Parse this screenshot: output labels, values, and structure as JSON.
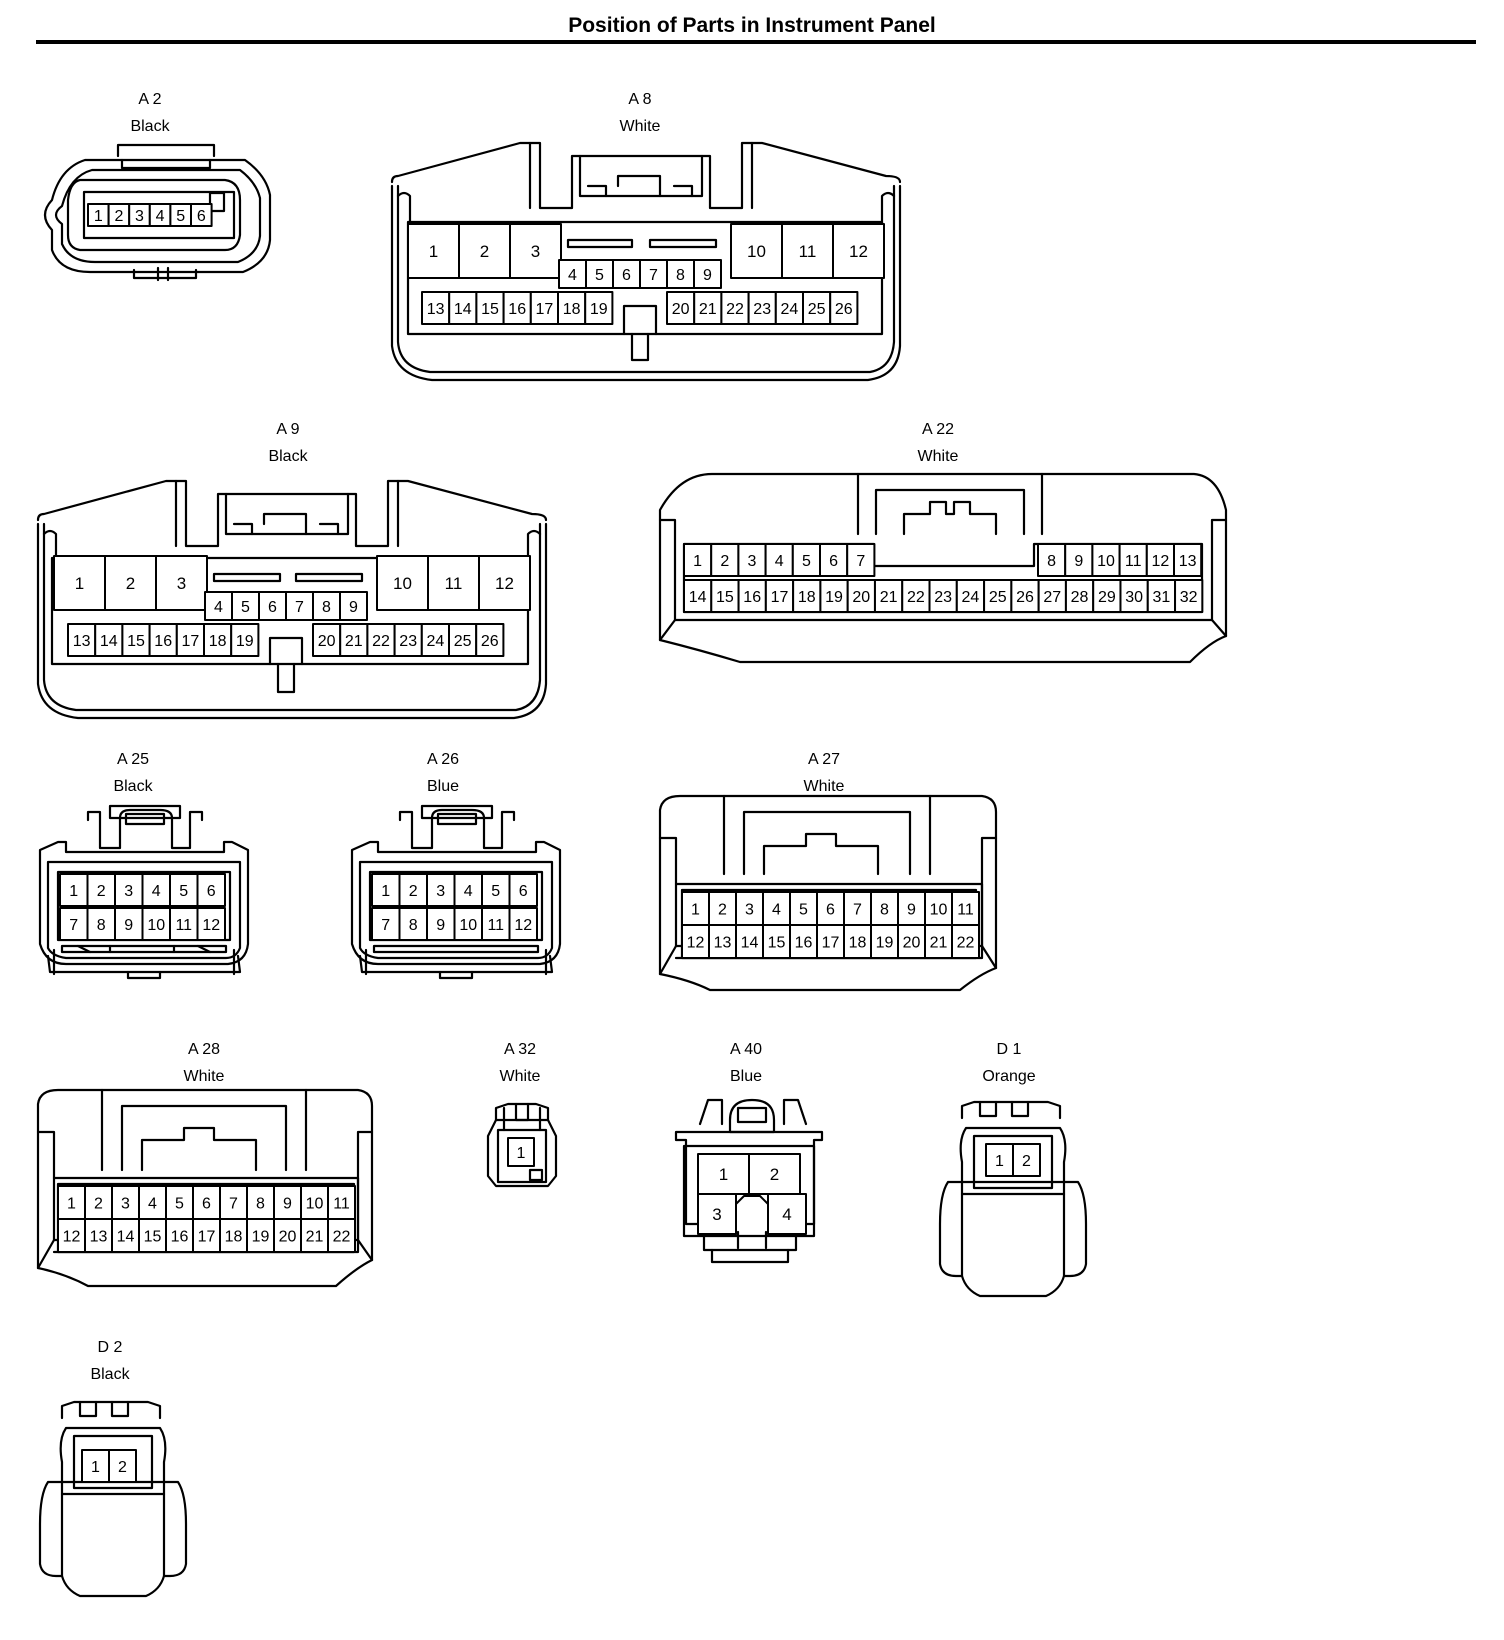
{
  "title": "Position of Parts in Instrument Panel",
  "connectors": [
    {
      "id": "A 2",
      "color": "Black",
      "rows": [
        [
          "1",
          "2",
          "3",
          "4",
          "5",
          "6"
        ]
      ]
    },
    {
      "id": "A 8",
      "color": "White",
      "rows": [
        [
          "1",
          "2",
          "3",
          "4",
          "5",
          "6",
          "7",
          "8",
          "9",
          "10",
          "11",
          "12"
        ],
        [
          "13",
          "14",
          "15",
          "16",
          "17",
          "18",
          "19",
          "20",
          "21",
          "22",
          "23",
          "24",
          "25",
          "26"
        ]
      ]
    },
    {
      "id": "A 9",
      "color": "Black",
      "rows": [
        [
          "1",
          "2",
          "3",
          "4",
          "5",
          "6",
          "7",
          "8",
          "9",
          "10",
          "11",
          "12"
        ],
        [
          "13",
          "14",
          "15",
          "16",
          "17",
          "18",
          "19",
          "20",
          "21",
          "22",
          "23",
          "24",
          "25",
          "26"
        ]
      ]
    },
    {
      "id": "A 22",
      "color": "White",
      "rows": [
        [
          "1",
          "2",
          "3",
          "4",
          "5",
          "6",
          "7",
          "8",
          "9",
          "10",
          "11",
          "12",
          "13"
        ],
        [
          "14",
          "15",
          "16",
          "17",
          "18",
          "19",
          "20",
          "21",
          "22",
          "23",
          "24",
          "25",
          "26",
          "27",
          "28",
          "29",
          "30",
          "31",
          "32"
        ]
      ]
    },
    {
      "id": "A 25",
      "color": "Black",
      "rows": [
        [
          "1",
          "2",
          "3",
          "4",
          "5",
          "6"
        ],
        [
          "7",
          "8",
          "9",
          "10",
          "11",
          "12"
        ]
      ]
    },
    {
      "id": "A 26",
      "color": "Blue",
      "rows": [
        [
          "1",
          "2",
          "3",
          "4",
          "5",
          "6"
        ],
        [
          "7",
          "8",
          "9",
          "10",
          "11",
          "12"
        ]
      ]
    },
    {
      "id": "A 27",
      "color": "White",
      "rows": [
        [
          "1",
          "2",
          "3",
          "4",
          "5",
          "6",
          "7",
          "8",
          "9",
          "10",
          "11"
        ],
        [
          "12",
          "13",
          "14",
          "15",
          "16",
          "17",
          "18",
          "19",
          "20",
          "21",
          "22"
        ]
      ]
    },
    {
      "id": "A 28",
      "color": "White",
      "rows": [
        [
          "1",
          "2",
          "3",
          "4",
          "5",
          "6",
          "7",
          "8",
          "9",
          "10",
          "11"
        ],
        [
          "12",
          "13",
          "14",
          "15",
          "16",
          "17",
          "18",
          "19",
          "20",
          "21",
          "22"
        ]
      ]
    },
    {
      "id": "A 32",
      "color": "White",
      "rows": [
        [
          "1"
        ]
      ]
    },
    {
      "id": "A 40",
      "color": "Blue",
      "rows": [
        [
          "1",
          "2"
        ],
        [
          "3",
          "4"
        ]
      ]
    },
    {
      "id": "D 1",
      "color": "Orange",
      "rows": [
        [
          "1",
          "2"
        ]
      ]
    },
    {
      "id": "D 2",
      "color": "Black",
      "rows": [
        [
          "1",
          "2"
        ]
      ]
    }
  ]
}
